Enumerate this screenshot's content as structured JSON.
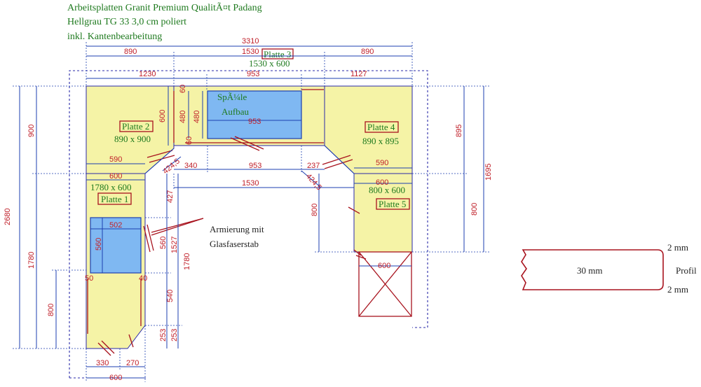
{
  "header": {
    "line1": "Arbeitsplatten Granit Premium QualitÃ¤t Padang",
    "line2": "Hellgrau TG 33 3,0 cm poliert",
    "line3": "inkl. Kantenbearbeitung"
  },
  "plates": {
    "p1": {
      "name": "Platte 1",
      "size": "1780 x 600"
    },
    "p2": {
      "name": "Platte 2",
      "size": "890 x 900"
    },
    "p3": {
      "name": "Platte 3",
      "size": "1530 x 600"
    },
    "p4": {
      "name": "Platte 4",
      "size": "890 x 895"
    },
    "p5": {
      "name": "Platte 5",
      "size": "800 x 600"
    }
  },
  "sink": {
    "line1": "SpÃ¼le",
    "line2": "Aufbau"
  },
  "annotation": {
    "line1": "Armierung mit",
    "line2": "Glasfaserstab"
  },
  "profile": {
    "thickness": "30 mm",
    "top": "2 mm",
    "bottom": "2 mm",
    "label": "Profil"
  },
  "dims": {
    "total_width": "3310",
    "top_left": "890",
    "top_mid": "1530",
    "top_right": "890",
    "row2_left": "1230",
    "row2_mid": "953",
    "row2_right": "1127",
    "left_sub": "590",
    "left_600": "600",
    "diag_left": "424,5",
    "mid_340": "340",
    "mid_953": "953",
    "mid_237": "237",
    "diag_right": "424,5",
    "right_590": "590",
    "right_600": "600",
    "bottom_1530": "1530",
    "inner_600_mid": "600",
    "inner_480_a": "480",
    "inner_480_b": "480",
    "inner_60_top": "60",
    "inner_60_bot": "60",
    "cut_953": "953",
    "h_2680": "2680",
    "h_900": "900",
    "h_1780": "1780",
    "h_800_left": "800",
    "v_427": "427",
    "v_560_right": "560",
    "v_1527": "1527",
    "v_1780_inner": "1780",
    "v_540": "540",
    "v_253_a": "253",
    "v_253_b": "253",
    "cut1_w": "502",
    "cut1_h": "560",
    "cut1_side_l": "50",
    "cut1_side_r": "40",
    "bot_330": "330",
    "bot_270": "270",
    "bot_600": "600",
    "r_895": "895",
    "r_1695": "1695",
    "r_800": "800",
    "mid_800": "800",
    "box_600": "600"
  }
}
